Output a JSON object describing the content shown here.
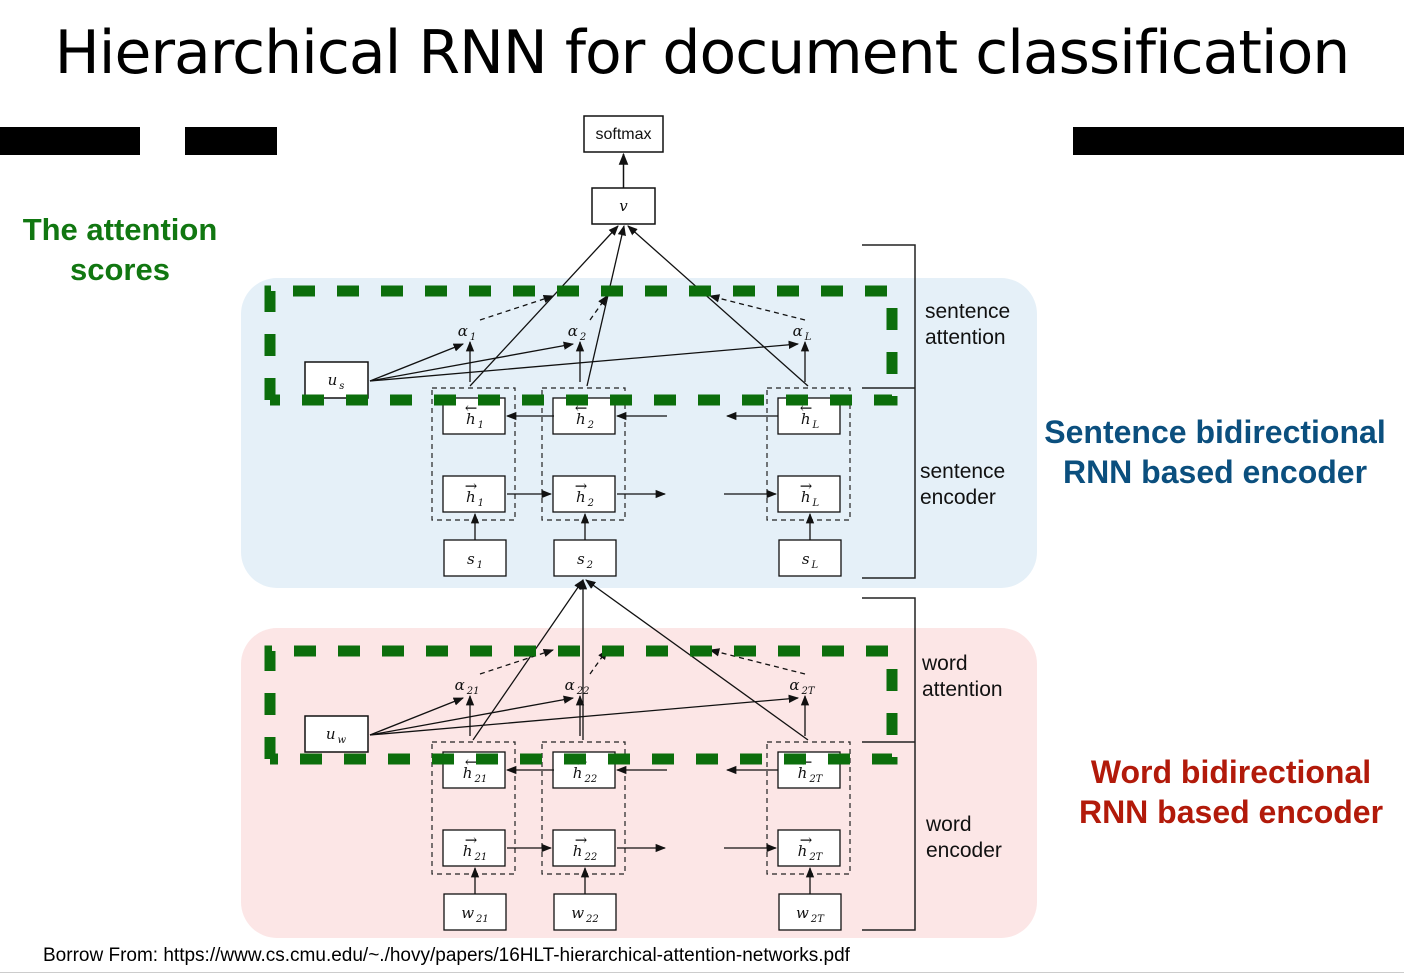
{
  "slide": {
    "title": "Hierarchical RNN for document classification",
    "footer": "Borrow From: https://www.cs.cmu.edu/~./hovy/papers/16HLT-hierarchical-attention-networks.pdf"
  },
  "annotations": {
    "attention_scores": [
      "The attention",
      "scores"
    ],
    "sentence_encoder": [
      "Sentence bidirectional",
      "RNN based encoder"
    ],
    "word_encoder": [
      "Word bidirectional",
      "RNN based encoder"
    ]
  },
  "colors": {
    "attention_green": "#117711",
    "sentence_blue": "#0b4f7e",
    "word_red": "#b21a0a",
    "sentence_panel": "#e5f0f8",
    "word_panel": "#fce6e6"
  },
  "diagram": {
    "softmax": "softmax",
    "v": "v",
    "brackets": {
      "sentence_attention": [
        "sentence",
        "attention"
      ],
      "sentence_encoder": [
        "sentence",
        "encoder"
      ],
      "word_attention": [
        "word",
        "attention"
      ],
      "word_encoder": [
        "word",
        "encoder"
      ]
    },
    "sentence_level": {
      "context": {
        "base": "u",
        "sub": "s"
      },
      "columns": [
        {
          "alpha": {
            "base": "α",
            "sub": "1"
          },
          "h_back": {
            "base": "h",
            "sub": "1"
          },
          "h_fwd": {
            "base": "h",
            "sub": "1"
          },
          "input": {
            "base": "s",
            "sub": "1"
          }
        },
        {
          "alpha": {
            "base": "α",
            "sub": "2"
          },
          "h_back": {
            "base": "h",
            "sub": "2"
          },
          "h_fwd": {
            "base": "h",
            "sub": "2"
          },
          "input": {
            "base": "s",
            "sub": "2"
          }
        },
        {
          "alpha": {
            "base": "α",
            "sub": "L"
          },
          "h_back": {
            "base": "h",
            "sub": "L"
          },
          "h_fwd": {
            "base": "h",
            "sub": "L"
          },
          "input": {
            "base": "s",
            "sub": "L"
          }
        }
      ]
    },
    "word_level": {
      "context": {
        "base": "u",
        "sub": "w"
      },
      "columns": [
        {
          "alpha": {
            "base": "α",
            "sub": "21"
          },
          "h_back": {
            "base": "h",
            "sub": "21"
          },
          "h_fwd": {
            "base": "h",
            "sub": "21"
          },
          "input": {
            "base": "w",
            "sub": "21"
          }
        },
        {
          "alpha": {
            "base": "α",
            "sub": "22"
          },
          "h_back": {
            "base": "h",
            "sub": "22"
          },
          "h_fwd": {
            "base": "h",
            "sub": "22"
          },
          "input": {
            "base": "w",
            "sub": "22"
          }
        },
        {
          "alpha": {
            "base": "α",
            "sub": "2T"
          },
          "h_back": {
            "base": "h",
            "sub": "2T"
          },
          "h_fwd": {
            "base": "h",
            "sub": "2T"
          },
          "input": {
            "base": "w",
            "sub": "2T"
          }
        }
      ]
    }
  }
}
